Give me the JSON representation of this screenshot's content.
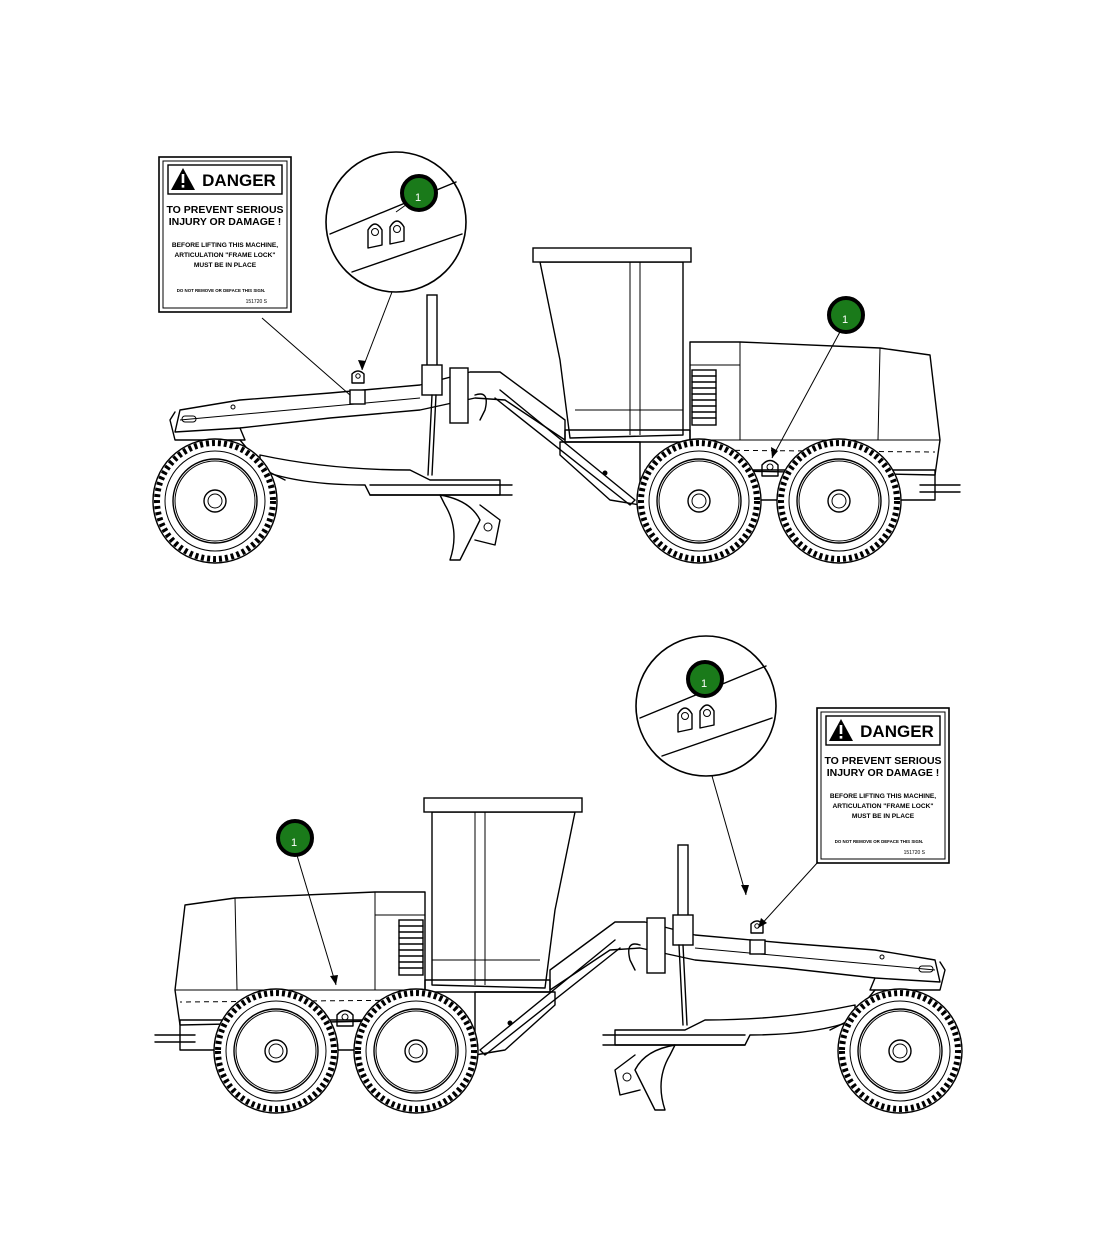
{
  "danger_sign": {
    "header": "DANGER",
    "line1": "TO PREVENT SERIOUS",
    "line2": "INJURY OR DAMAGE !",
    "line3": "BEFORE LIFTING THIS MACHINE,",
    "line4": "ARTICULATION \"FRAME LOCK\"",
    "line5": "MUST BE IN PLACE",
    "footer": "DO NOT REMOVE OR DEFACE THIS SIGN.",
    "part_number": "151720 S"
  },
  "callouts": {
    "top_detail": "1",
    "top_rear": "1",
    "bottom_detail": "1",
    "bottom_rear": "1"
  },
  "colors": {
    "callout_fill": "#1a7a1a",
    "line": "#000000"
  }
}
